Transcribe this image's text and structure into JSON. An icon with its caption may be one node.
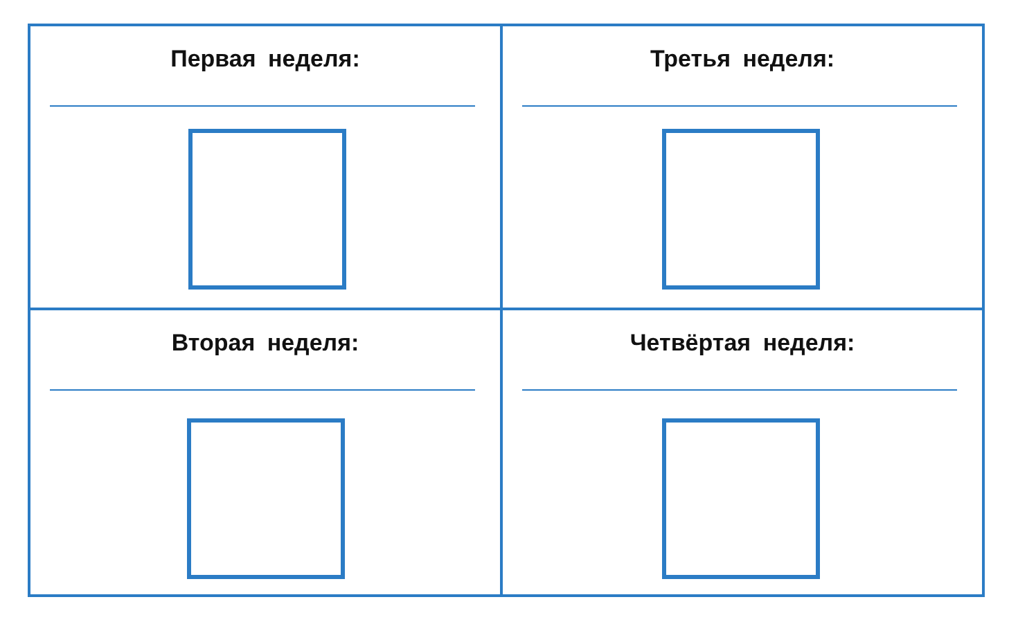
{
  "diagram": {
    "nodes": [
      {
        "text": [
          "Первая неделя:"
        ]
      },
      {
        "text": [],
        "shape": "box",
        "in": 0
      },
      {
        "text": [
          "Третья неделя:"
        ]
      },
      {
        "text": [],
        "shape": "box",
        "in": 2
      },
      {
        "text": [
          "Вторая неделя:"
        ]
      },
      {
        "text": [],
        "shape": "box",
        "in": 4
      },
      {
        "text": [
          "Четвёртая неделя:"
        ]
      },
      {
        "text": [],
        "shape": "box",
        "in": 6
      }
    ],
    "edges": []
  }
}
